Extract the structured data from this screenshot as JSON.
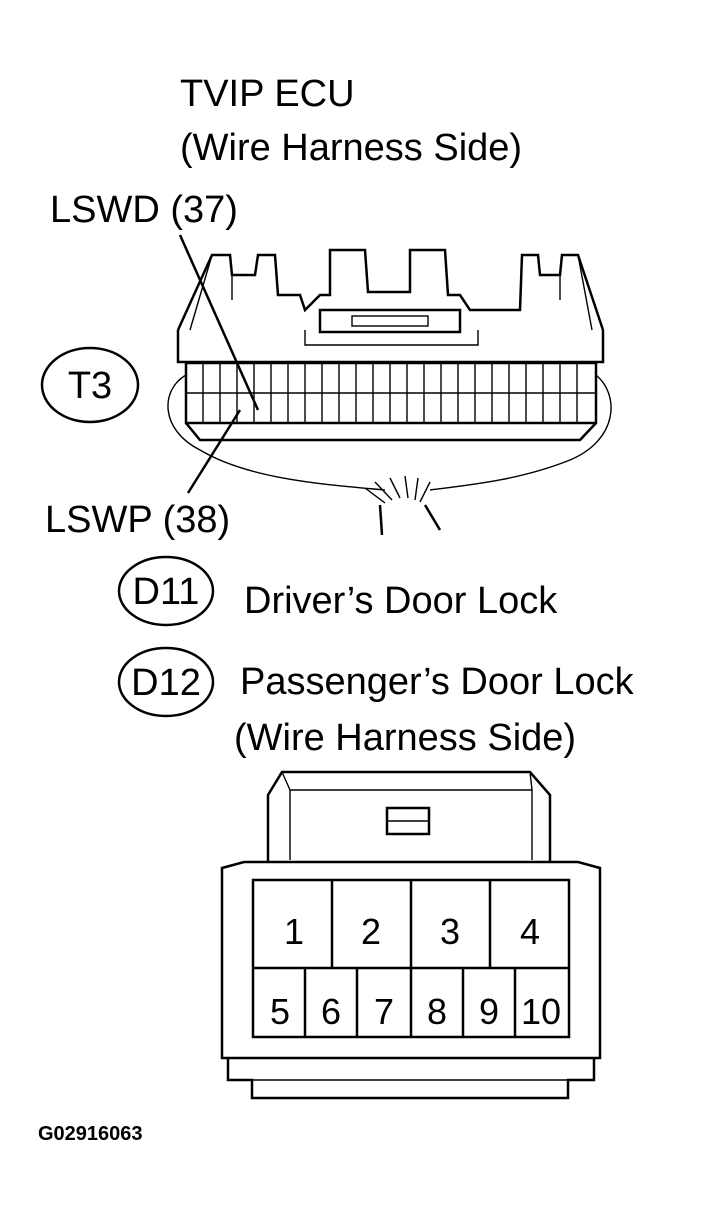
{
  "upper": {
    "title": "TVIP ECU",
    "subtitle": "(Wire Harness Side)",
    "connector_code": "T3",
    "terminal_top": "LSWD (37)",
    "terminal_bottom": "LSWP (38)"
  },
  "lower": {
    "driver_code": "D11",
    "driver_label": "Driver’s Door Lock",
    "passenger_code": "D12",
    "passenger_label": "Passenger’s Door Lock",
    "subtitle": "(Wire Harness Side)",
    "pins_top": [
      "1",
      "2",
      "3",
      "4"
    ],
    "pins_bottom": [
      "5",
      "6",
      "7",
      "8",
      "9",
      "10"
    ]
  },
  "figure_code": "G02916063"
}
